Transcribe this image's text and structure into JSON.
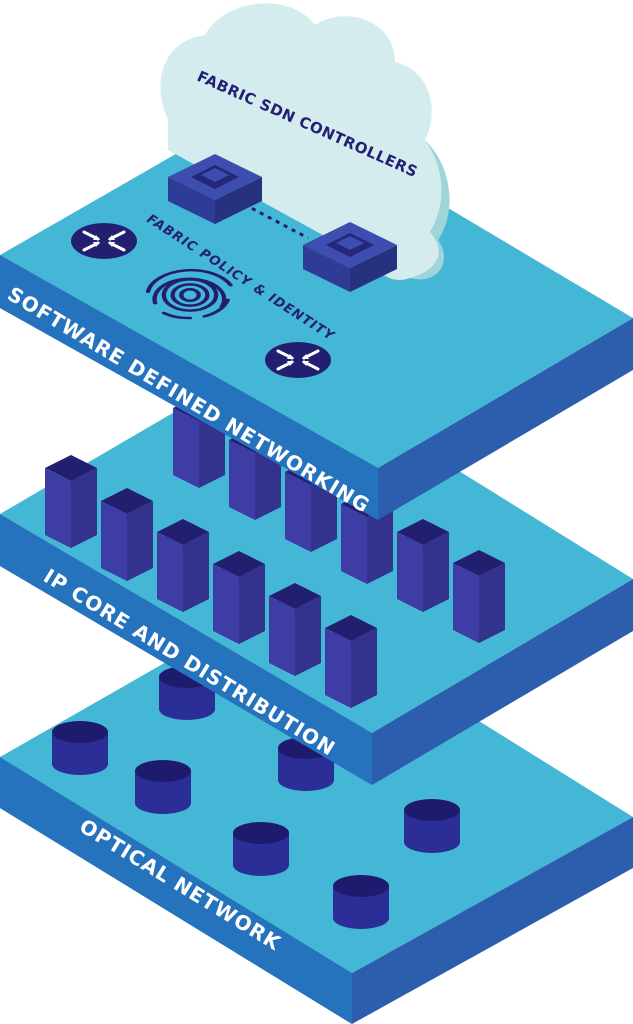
{
  "layers": {
    "optical": {
      "label": "OPTICAL NETWORK"
    },
    "ip": {
      "label": "IP CORE AND DISTRIBUTION"
    },
    "sdn": {
      "label": "SOFTWARE DEFINED NETWORKING"
    }
  },
  "cloud": {
    "label": "FABRIC SDN CONTROLLERS"
  },
  "policy": {
    "label": "FABRIC POLICY & IDENTITY"
  },
  "icons": {
    "router": "router-icon",
    "fingerprint": "fingerprint-icon",
    "controller": "sdn-controller-icon",
    "switch": "switch-icon",
    "storage": "storage-cylinder-icon"
  },
  "colors": {
    "slab_top": "#44B6D6",
    "slab_left": "#2673BD",
    "slab_right": "#2D5EAE",
    "device_dark": "#232074",
    "device_mid": "#3C3C9E",
    "cloud": "#D5ECEF"
  }
}
